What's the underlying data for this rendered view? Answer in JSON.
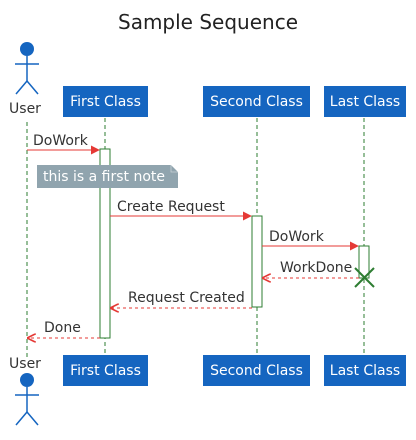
{
  "title": "Sample Sequence",
  "participants": {
    "user": "User",
    "first": "First Class",
    "second": "Second Class",
    "last": "Last Class"
  },
  "messages": {
    "m1": "DoWork",
    "m2": "Create Request",
    "m3": "DoWork",
    "m4": "WorkDone",
    "m5": "Request Created",
    "m6": "Done"
  },
  "note": "this is a first note",
  "colors": {
    "participant_fill": "#1565c0",
    "lifeline": "#2e7d32",
    "activation_border": "#2e7d32",
    "message_arrow": "#e53935",
    "note_fill": "#90a4ae",
    "destroy_mark": "#2e7d32"
  }
}
